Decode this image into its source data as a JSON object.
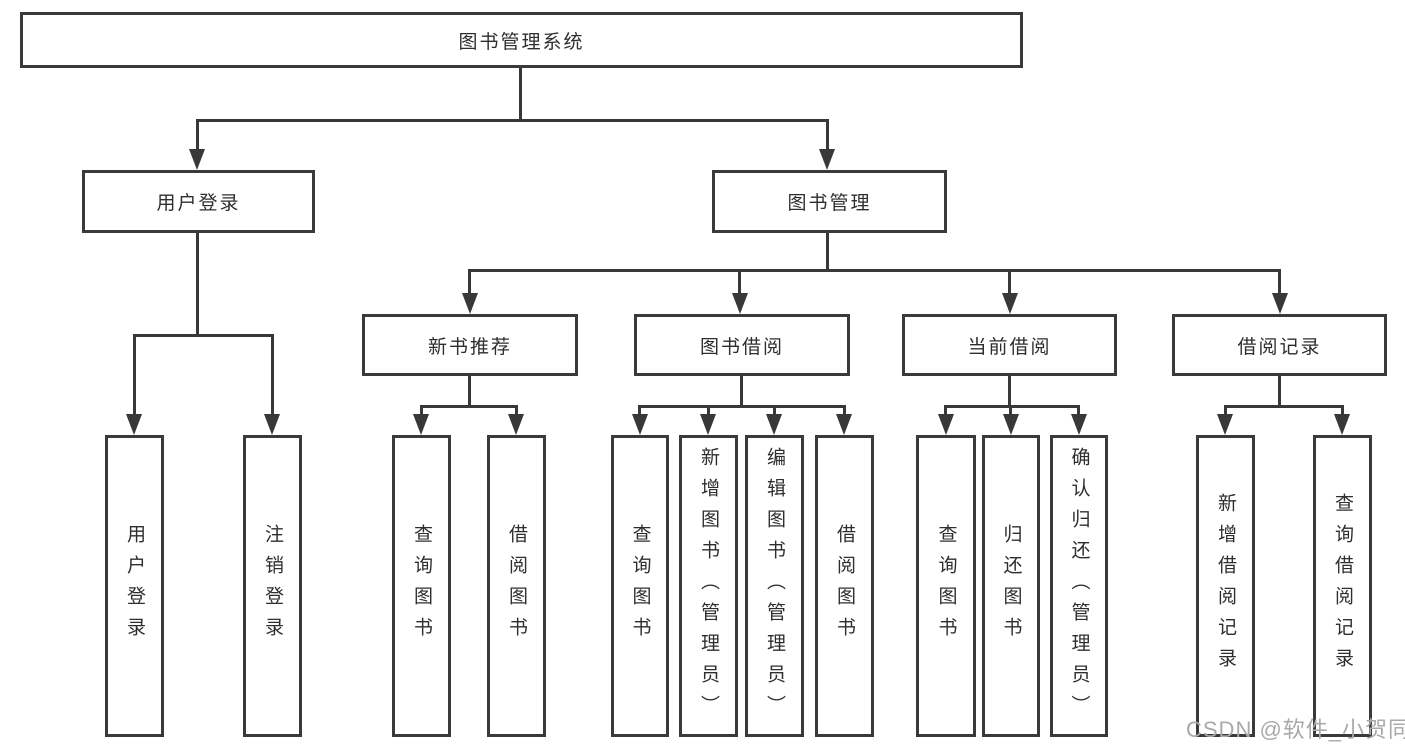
{
  "tree": {
    "label": "图书管理系统",
    "children": [
      {
        "label": "用户登录",
        "children": [
          {
            "label": "用户登录"
          },
          {
            "label": "注销登录"
          }
        ]
      },
      {
        "label": "图书管理",
        "children": [
          {
            "label": "新书推荐",
            "children": [
              {
                "label": "查询图书"
              },
              {
                "label": "借阅图书"
              }
            ]
          },
          {
            "label": "图书借阅",
            "children": [
              {
                "label": "查询图书"
              },
              {
                "label": "新增图书（管理员）"
              },
              {
                "label": "编辑图书（管理员）"
              },
              {
                "label": "借阅图书"
              }
            ]
          },
          {
            "label": "当前借阅",
            "children": [
              {
                "label": "查询图书"
              },
              {
                "label": "归还图书"
              },
              {
                "label": "确认归还（管理员）"
              }
            ]
          },
          {
            "label": "借阅记录",
            "children": [
              {
                "label": "新增借阅记录"
              },
              {
                "label": "查询借阅记录"
              }
            ]
          }
        ]
      }
    ]
  },
  "watermark": {
    "text": "CSDN @软件_小贺同学"
  },
  "colors": {
    "box_border": "#3a3a3a",
    "connector_line": "#383838",
    "text": "#2e2e2e",
    "background": "#ffffff",
    "watermark_text": "#a9a9a9"
  }
}
